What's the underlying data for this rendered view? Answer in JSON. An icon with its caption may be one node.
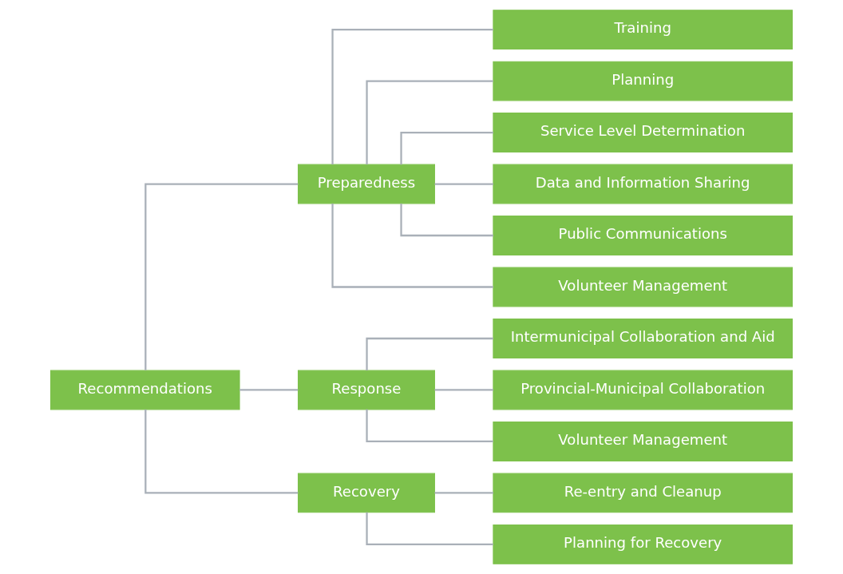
{
  "diagram": {
    "nodes": [
      {
        "text": [
          "Recommendations"
        ]
      },
      {
        "text": [
          "Preparedness"
        ]
      },
      {
        "text": [
          "Training"
        ]
      },
      {
        "text": [
          "Planning"
        ]
      },
      {
        "text": [
          "Service Level Determination"
        ]
      },
      {
        "text": [
          "Data and Information Sharing"
        ]
      },
      {
        "text": [
          "Public Communications"
        ]
      },
      {
        "text": [
          "Volunteer Management"
        ]
      },
      {
        "text": [
          "Response"
        ]
      },
      {
        "text": [
          "Intermunicipal Collaboration and Aid"
        ]
      },
      {
        "text": [
          "Provincial-Municipal Collaboration"
        ]
      },
      {
        "text": [
          "Volunteer Management"
        ]
      },
      {
        "text": [
          "Recovery"
        ]
      },
      {
        "text": [
          "Re-entry and Cleanup"
        ]
      },
      {
        "text": [
          "Planning for Recovery"
        ]
      }
    ],
    "edges": [
      {
        "from": 0,
        "to": 1,
        "arrow": "none"
      },
      {
        "from": 0,
        "to": 8,
        "arrow": "none"
      },
      {
        "from": 0,
        "to": 12,
        "arrow": "none"
      },
      {
        "from": 1,
        "to": 2,
        "arrow": "none"
      },
      {
        "from": 1,
        "to": 3,
        "arrow": "none"
      },
      {
        "from": 1,
        "to": 4,
        "arrow": "none"
      },
      {
        "from": 1,
        "to": 5,
        "arrow": "none"
      },
      {
        "from": 1,
        "to": 6,
        "arrow": "none"
      },
      {
        "from": 1,
        "to": 7,
        "arrow": "none"
      },
      {
        "from": 8,
        "to": 9,
        "arrow": "none"
      },
      {
        "from": 8,
        "to": 10,
        "arrow": "none"
      },
      {
        "from": 8,
        "to": 11,
        "arrow": "none"
      },
      {
        "from": 12,
        "to": 13,
        "arrow": "none"
      },
      {
        "from": 12,
        "to": 14,
        "arrow": "none"
      }
    ]
  }
}
